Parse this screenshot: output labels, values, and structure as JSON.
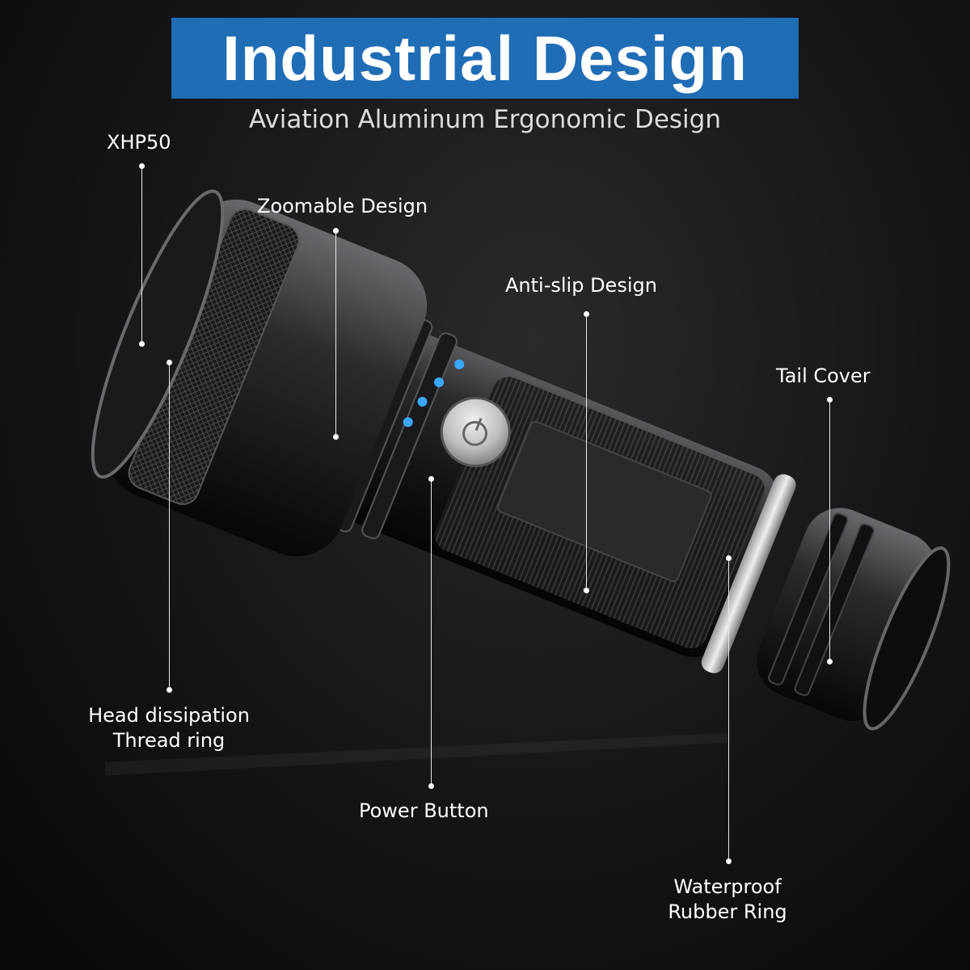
{
  "banner": {
    "title": "Industrial Design",
    "color": "#1f6db5"
  },
  "subtitle": "Aviation Aluminum Ergonomic Design",
  "callouts": {
    "xhp50": "XHP50",
    "zoomable": "Zoomable Design",
    "antislip": "Anti-slip Design",
    "tail_cover": "Tail Cover",
    "head_line1": "Head dissipation",
    "head_line2": "Thread ring",
    "power": "Power Button",
    "waterproof_line1": "Waterproof",
    "waterproof_line2": "Rubber Ring"
  },
  "indicator": {
    "color": "#3aa8ff",
    "count": 4
  },
  "icons": {
    "power": "power-icon"
  }
}
